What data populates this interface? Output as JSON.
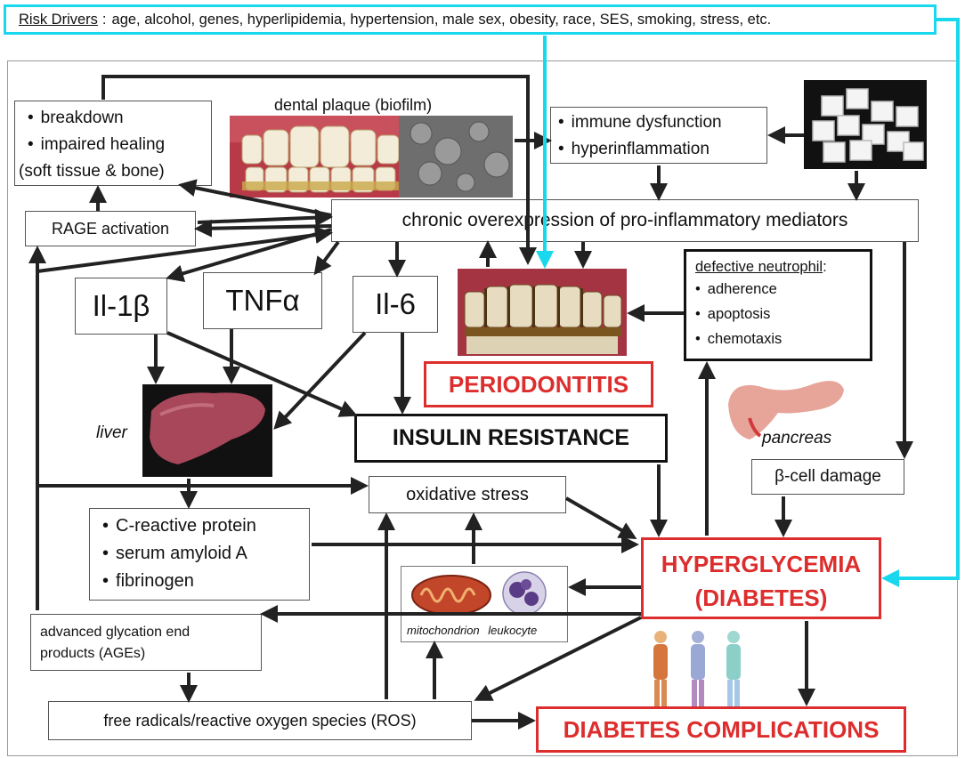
{
  "risk_drivers": {
    "label": "Risk Drivers",
    "items": "age, alcohol, genes, hyperlipidemia,  hypertension,  male sex, obesity, race, SES, smoking, stress, etc."
  },
  "breakdown_box": {
    "items": [
      "breakdown",
      "impaired healing"
    ],
    "sub": "(soft tissue & bone)"
  },
  "dental_plaque": {
    "label": "dental plaque (biofilm)"
  },
  "immune_box": {
    "items": [
      "immune dysfunction",
      "hyperinflammation"
    ]
  },
  "rage": {
    "label": "RAGE activation"
  },
  "chronic": {
    "label": "chronic overexpression of pro-inflammatory mediators"
  },
  "il1b": {
    "label": "Il-1β"
  },
  "tnfa": {
    "label": "TNFα"
  },
  "il6": {
    "label": "Il-6"
  },
  "neutrophil": {
    "title": "defective  neutrophil",
    "colon": ":",
    "items": [
      "adherence",
      "apoptosis",
      "chemotaxis"
    ]
  },
  "periodontitis": {
    "label": "PERIODONTITIS"
  },
  "liver": {
    "label": "liver"
  },
  "insulin": {
    "label": "INSULIN RESISTANCE"
  },
  "pancreas": {
    "label": "pancreas"
  },
  "beta_cell": {
    "label": "β-cell damage"
  },
  "oxidative": {
    "label": "oxidative stress"
  },
  "crp": {
    "items": [
      "C-reactive  protein",
      "serum amyloid A",
      "fibrinogen"
    ]
  },
  "hyperglycemia": {
    "line1": "HYPERGLYCEMIA",
    "line2": "(DIABETES)"
  },
  "cells": {
    "mito": "mitochondrion",
    "leuk": "leukocyte"
  },
  "ages": {
    "line1": "advanced glycation end",
    "line2": "products (AGEs)"
  },
  "ros": {
    "label": "free radicals/reactive oxygen species (ROS)"
  },
  "complications": {
    "label": "DIABETES COMPLICATIONS"
  },
  "colors": {
    "highlight": "#19d8ee",
    "emphasis": "#dd2d2d"
  }
}
